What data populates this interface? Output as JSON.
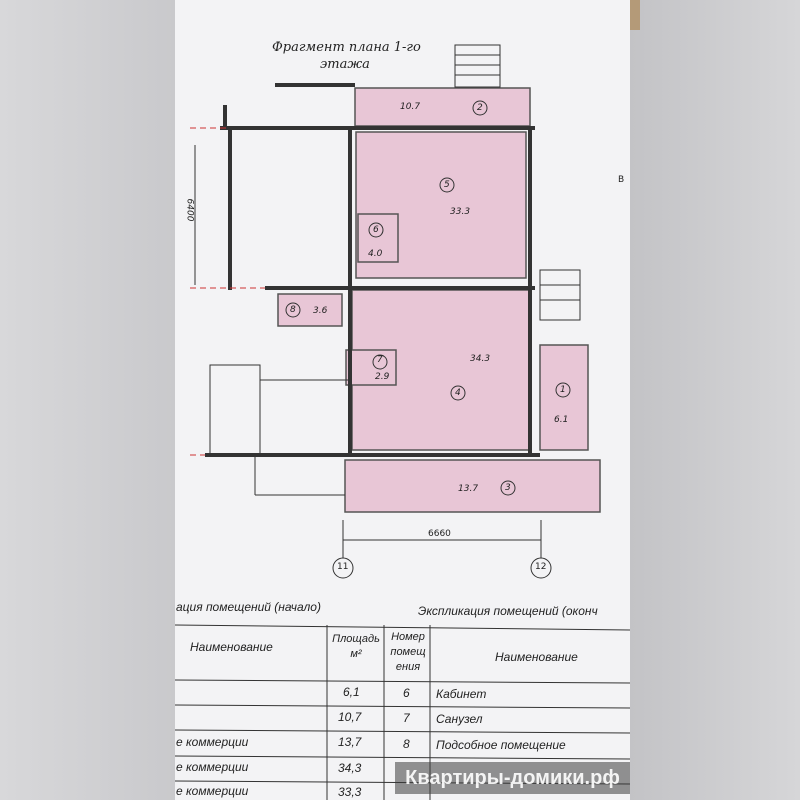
{
  "plan": {
    "title_line1": "Фрагмент плана 1-го",
    "title_line2": "этажа",
    "dim_vertical": "6400",
    "dim_horizontal": "6660",
    "axis_left": "11",
    "axis_right": "12",
    "axis_edge": "В",
    "rooms": [
      {
        "num": "1",
        "area": "6.1"
      },
      {
        "num": "2",
        "area": "10.7"
      },
      {
        "num": "3",
        "area": "13.7"
      },
      {
        "num": "4",
        "area": "34.3"
      },
      {
        "num": "5",
        "area": "33.3"
      },
      {
        "num": "6",
        "area": "4.0"
      },
      {
        "num": "7",
        "area": "2.9"
      },
      {
        "num": "8",
        "area": "3.6"
      }
    ],
    "room_fill": "#e8c6d6"
  },
  "table_left": {
    "caption": "ация помещений (начало)",
    "col_name": "Наименование",
    "col_area": "Площадь м²",
    "rows": [
      {
        "name": "",
        "area": "6,1"
      },
      {
        "name": "",
        "area": "10,7"
      },
      {
        "name": "е коммерции",
        "area": "13,7"
      },
      {
        "name": "е коммерции",
        "area": "34,3"
      },
      {
        "name": "е коммерции",
        "area": "33,3"
      }
    ]
  },
  "table_right": {
    "caption": "Экспликация помещений (оконч",
    "col_num": "Номер помещ ения",
    "col_name": "Наименование",
    "rows": [
      {
        "num": "6",
        "name": "Кабинет"
      },
      {
        "num": "7",
        "name": "Санузел"
      },
      {
        "num": "8",
        "name": "Подсобное помещение"
      }
    ]
  },
  "watermark": "Квартиры-домики.рф"
}
